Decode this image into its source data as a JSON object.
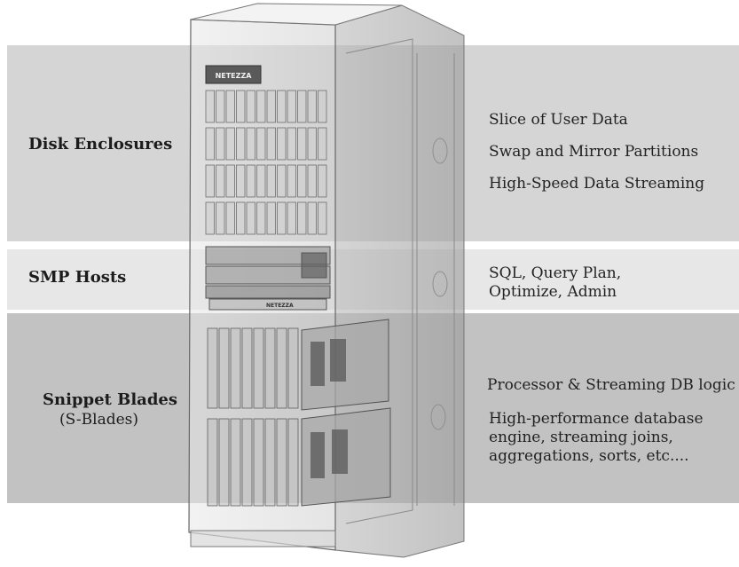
{
  "sections": {
    "disk": {
      "label": "Disk Enclosures",
      "lines": [
        "Slice of User Data",
        "Swap and Mirror Partitions",
        "High-Speed Data Streaming"
      ]
    },
    "smp": {
      "label": "SMP Hosts",
      "lines": [
        "SQL, Query Plan,",
        "Optimize, Admin"
      ]
    },
    "blades": {
      "label": "Snippet Blades",
      "sublabel": "(S-Blades)",
      "lines": [
        "Processor & Streaming DB logic",
        "High-performance database",
        "engine, streaming joins,",
        "aggregations, sorts, etc...."
      ]
    }
  },
  "logo": "NETEZZA",
  "colors": {
    "band_disk": "#d5d5d5",
    "band_smp": "#e7e7e7",
    "band_blades": "#c2c2c2"
  }
}
